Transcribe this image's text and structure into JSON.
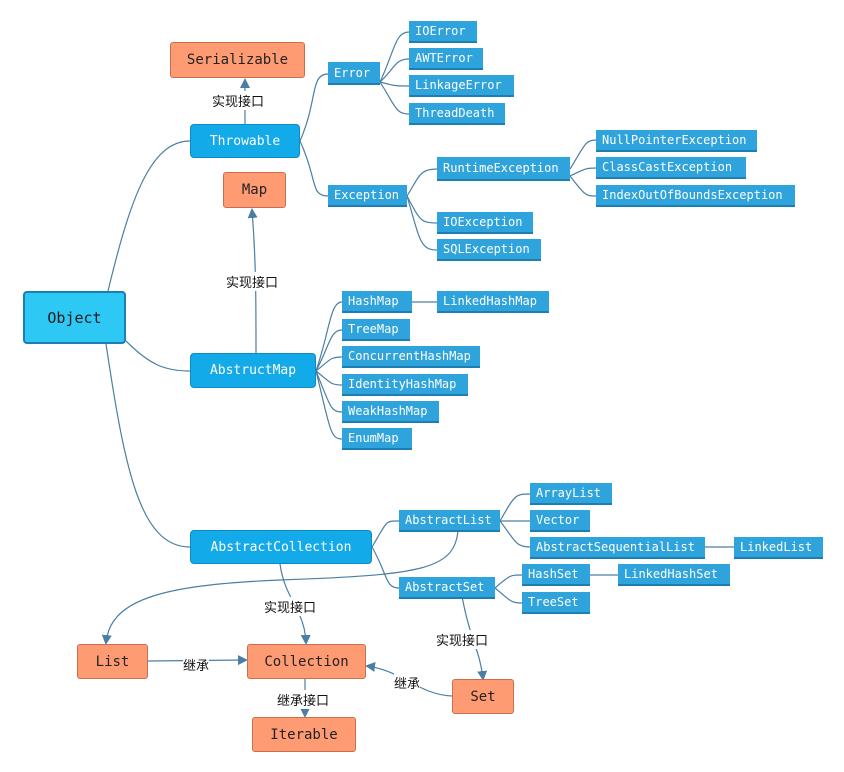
{
  "colors": {
    "leaf": "#2ea3dc",
    "mid": "#12aae8",
    "root": "#2ec8f5",
    "interface": "#ff9b73",
    "connector": "#4a7fa3"
  },
  "nodes": {
    "object": "Object",
    "serializable": "Serializable",
    "throwable": "Throwable",
    "error": "Error",
    "ioerror": "IOError",
    "awterror": "AWTError",
    "linkageerror": "LinkageError",
    "threaddeath": "ThreadDeath",
    "exception": "Exception",
    "runtimeexception": "RuntimeException",
    "nullpointer": "NullPointerException",
    "classcast": "ClassCastException",
    "indexoutofbounds": "IndexOutOfBoundsException",
    "ioexception": "IOException",
    "sqlexception": "SQLException",
    "map": "Map",
    "abstractmap": "AbstructMap",
    "hashmap": "HashMap",
    "linkedhashmap": "LinkedHashMap",
    "treemap": "TreeMap",
    "concurrenthashmap": "ConcurrentHashMap",
    "identityhashmap": "IdentityHashMap",
    "weakhashmap": "WeakHashMap",
    "enummap": "EnumMap",
    "abstractcollection": "AbstractCollection",
    "abstractlist": "AbstractList",
    "arraylist": "ArrayList",
    "vector": "Vector",
    "abstractsequentiallist": "AbstractSequentialList",
    "linkedlist": "LinkedList",
    "abstractset": "AbstractSet",
    "hashset": "HashSet",
    "linkedhashset": "LinkedHashSet",
    "treeset": "TreeSet",
    "list": "List",
    "collection": "Collection",
    "iterable": "Iterable",
    "set": "Set"
  },
  "edge_labels": {
    "serializable_impl": "实现接口",
    "map_impl": "实现接口",
    "collection_impl": "实现接口",
    "set_impl": "实现接口",
    "list_extends": "继承",
    "set_extends": "继承",
    "iterable_extends": "继承接口"
  }
}
